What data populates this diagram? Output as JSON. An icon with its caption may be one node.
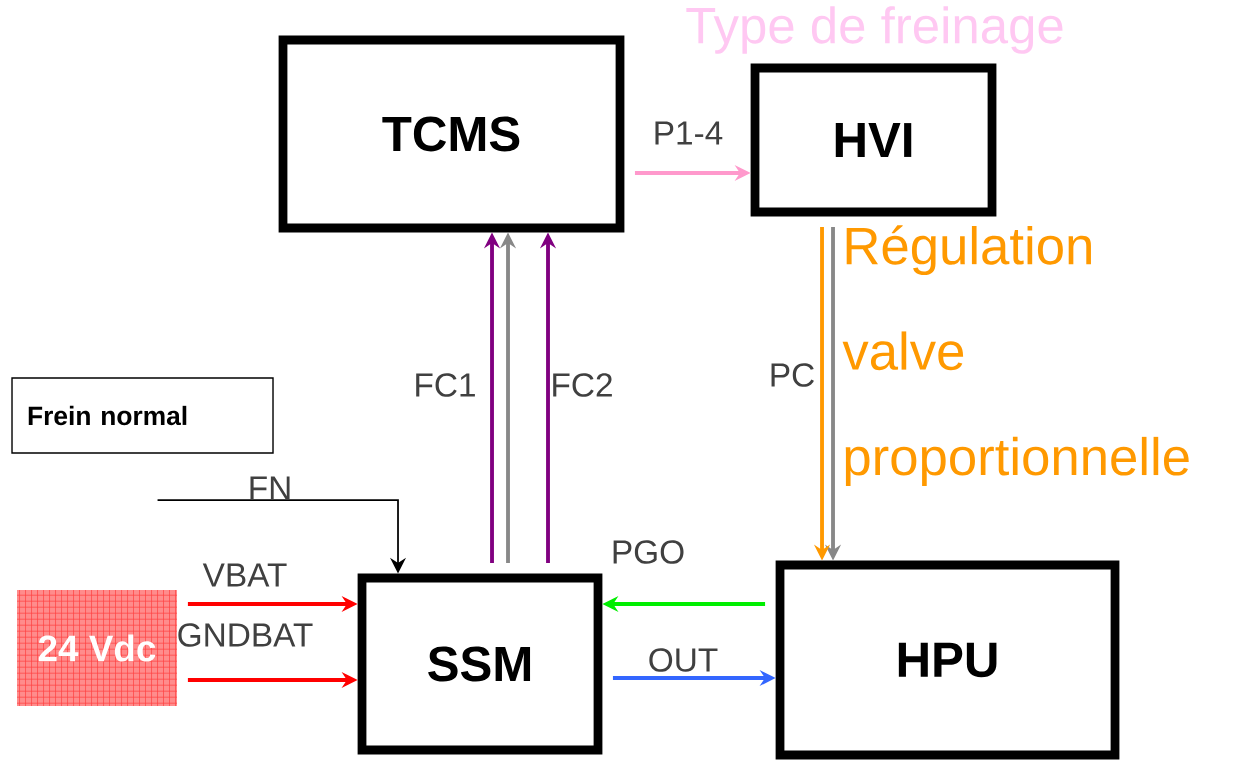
{
  "diagram": {
    "nodes": [
      {
        "text": [
          "TCMS"
        ]
      },
      {
        "text": [
          "HVI"
        ]
      },
      {
        "text": [
          "Frein normal"
        ]
      },
      {
        "text": [
          "SSM"
        ]
      },
      {
        "text": [
          "HPU"
        ]
      },
      {
        "text": [
          "24 Vdc"
        ]
      }
    ],
    "edges": [
      {
        "from": 0,
        "to": 1,
        "arrow": "to",
        "label": "P1-4",
        "color": "#ff99cc"
      },
      {
        "from": 3,
        "to": 0,
        "arrow": "to",
        "label": "FC1",
        "color": "#800080"
      },
      {
        "from": 3,
        "to": 0,
        "arrow": "to",
        "color": "#888888"
      },
      {
        "from": 3,
        "to": 0,
        "arrow": "to",
        "label": "FC2",
        "color": "#800080"
      },
      {
        "from": 1,
        "to": 4,
        "arrow": "to",
        "label": "PC",
        "color": "#888888"
      },
      {
        "from": 1,
        "to": 4,
        "arrow": "to",
        "label": "Régulation valve proportionnelle",
        "color": "#ff9900"
      },
      {
        "from": null,
        "to": 3,
        "arrow": "to",
        "label": "FN",
        "color": "#000000"
      },
      {
        "from": 5,
        "to": 3,
        "arrow": "to",
        "label": "VBAT",
        "color": "#ff0000"
      },
      {
        "from": 5,
        "to": 3,
        "arrow": "to",
        "label": "GNDBAT",
        "color": "#ff0000"
      },
      {
        "from": 4,
        "to": 3,
        "arrow": "to",
        "label": "PGO",
        "color": "#00ee00"
      },
      {
        "from": 3,
        "to": 4,
        "arrow": "to",
        "label": "OUT",
        "color": "#3366ff"
      }
    ],
    "labels": [
      "Type de freinage"
    ]
  }
}
